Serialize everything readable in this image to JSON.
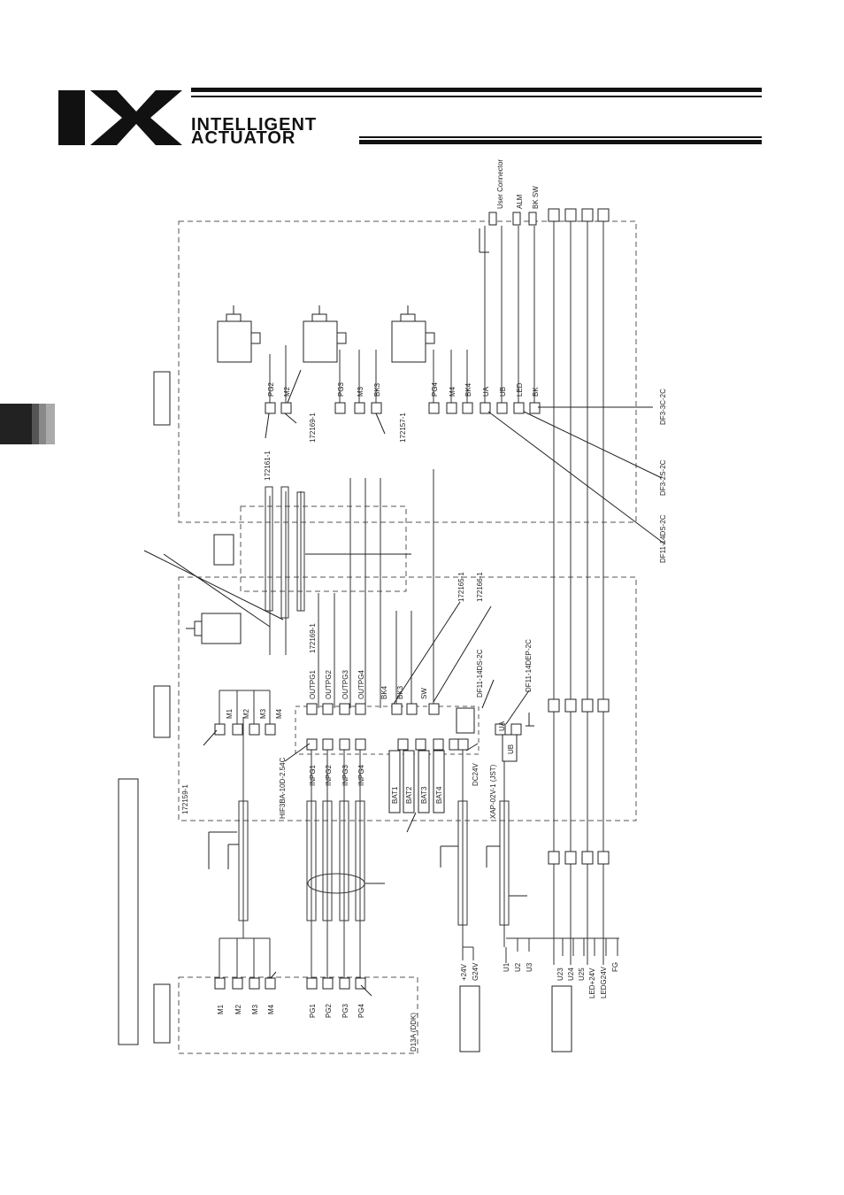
{
  "header": {
    "logo_text": "IX",
    "brand_line1": "INTELLIGENT",
    "brand_line2": "ACTUATOR"
  },
  "diagram": {
    "top_connectors": [
      "User Connector",
      "ALM",
      "BK SW"
    ],
    "motor_unit_labels": [
      "PG2",
      "M2",
      "PG3",
      "M3",
      "BK3",
      "PG4",
      "M4",
      "BK4",
      "UA",
      "UB",
      "LED",
      "BK"
    ],
    "part_numbers": {
      "p172161": "172161-1",
      "p172169": "172169-1",
      "p172157": "172157-1",
      "p172165": "172165-1",
      "p172166": "172166-1",
      "p172169_b": "172169-1",
      "p172159": "172159-1",
      "df3_3c": "DF3-3C-2C",
      "df3_2s": "DF3-2S-2C",
      "df11_14ds": "DF11-14DS-2C",
      "df11_14ds_b": "DF11-14DS-2C",
      "df11_14dep": "DF11-14DEP-2C",
      "hif3ba": "HIF3BA-10D-2.54C",
      "xap": "XAP-02V-1 (JST)",
      "d13a": "D13A (DDK)"
    },
    "base_m_labels": [
      "M1",
      "M2",
      "M3",
      "M4"
    ],
    "outpg_labels": [
      "OUTPG1",
      "OUTPG2",
      "OUTPG3",
      "OUTPG4",
      "BK4",
      "BK3",
      "SW"
    ],
    "inpg_labels": [
      "INPG1",
      "INPG2",
      "INPG3",
      "INPG4"
    ],
    "bat_labels": [
      "BAT1",
      "BAT2",
      "BAT3",
      "BAT4"
    ],
    "dc_label": "DC24V",
    "ua_ub": [
      "UA",
      "UB"
    ],
    "bottom_m_labels": [
      "M1",
      "M2",
      "M3",
      "M4"
    ],
    "bottom_pg_labels": [
      "PG1",
      "PG2",
      "PG3",
      "PG4"
    ],
    "power_labels": [
      "+24V",
      "G24V"
    ],
    "io_labels": [
      "U1",
      "U2",
      "U3",
      "U23",
      "U24",
      "U25",
      "LED+24V",
      "LEDG24V",
      "FG"
    ]
  }
}
